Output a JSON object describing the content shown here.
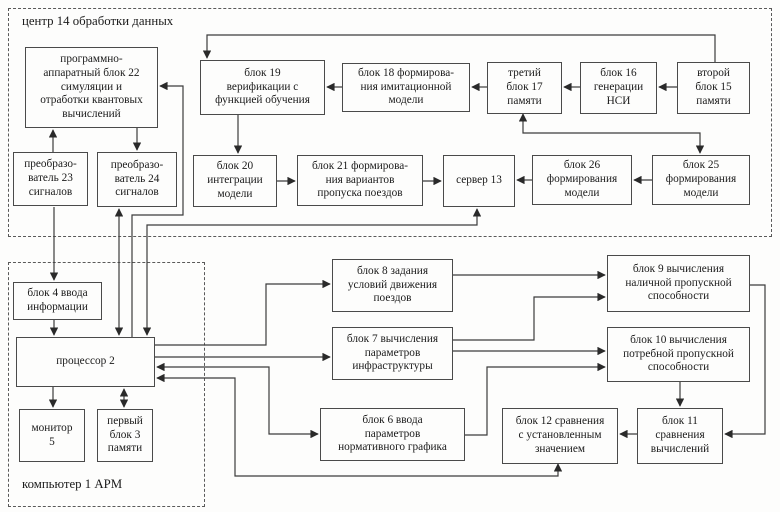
{
  "diagram": {
    "title_note": "block diagram of data processing center and workstation computer",
    "containers": {
      "center": {
        "label": "центр 14 обработки данных"
      },
      "computer": {
        "label": "компьютер 1 АРМ"
      }
    },
    "blocks": {
      "b22": {
        "label": "программно-\nаппаратный блок 22\nсимуляции и\nотработки квантовых\nвычислений"
      },
      "b23": {
        "label": "преобразо-\nватель 23\nсигналов"
      },
      "b24": {
        "label": "преобразо-\nватель 24\nсигналов"
      },
      "b19": {
        "label": "блок 19\nверификации с\nфункцией обучения"
      },
      "b18": {
        "label": "блок 18 формирова-\nния имитационной\nмодели"
      },
      "b17": {
        "label": "третий\nблок 17\nпамяти"
      },
      "b16": {
        "label": "блок 16\nгенерации\nНСИ"
      },
      "b15": {
        "label": "второй\nблок 15\nпамяти"
      },
      "b20": {
        "label": "блок 20\nинтеграции\nмодели"
      },
      "b21": {
        "label": "блок 21 формирова-\nния вариантов\nпропуска поездов"
      },
      "b13": {
        "label": "сервер 13"
      },
      "b26": {
        "label": "блок 26\nформирования\nмодели"
      },
      "b25": {
        "label": "блок 25\nформирования\nмодели"
      },
      "b4": {
        "label": "блок 4 ввода\nинформации"
      },
      "b2": {
        "label": "процессор 2"
      },
      "b5": {
        "label": "монитор\n5"
      },
      "b3": {
        "label": "первый\nблок 3\nпамяти"
      },
      "b8": {
        "label": "блок 8 задания\nусловий движения\nпоездов"
      },
      "b7": {
        "label": "блок 7 вычисления\nпараметров\nинфраструктуры"
      },
      "b6": {
        "label": "блок 6 ввода\nпараметров\nнормативного графика"
      },
      "b9": {
        "label": "блок 9 вычисления\nналичной пропускной\nспособности"
      },
      "b10": {
        "label": "блок 10 вычисления\nпотребной пропускной\nспособности"
      },
      "b12": {
        "label": "блок 12 сравнения\nс установленным\nзначением"
      },
      "b11": {
        "label": "блок 11\nсравнения\nвычислений"
      }
    },
    "edges": [
      {
        "from": "преобразователь 23",
        "to": "блок 22",
        "dir": "one-way"
      },
      {
        "from": "преобразователь 23",
        "to": "блок 4",
        "dir": "one-way"
      },
      {
        "from": "блок 22",
        "to": "преобразователь 24",
        "dir": "one-way"
      },
      {
        "from": "преобразователь 24",
        "to": "процессор 2",
        "dir": "two-way"
      },
      {
        "from": "процессор 2",
        "to": "блок 22",
        "dir": "one-way"
      },
      {
        "from": "процессор 2",
        "to": "сервер 13",
        "dir": "two-way"
      },
      {
        "from": "блок 4",
        "to": "процессор 2",
        "dir": "one-way"
      },
      {
        "from": "процессор 2",
        "to": "монитор 5",
        "dir": "one-way"
      },
      {
        "from": "процессор 2",
        "to": "блок 3",
        "dir": "two-way"
      },
      {
        "from": "процессор 2",
        "to": "блок 8",
        "dir": "one-way"
      },
      {
        "from": "процессор 2",
        "to": "блок 7",
        "dir": "one-way"
      },
      {
        "from": "процессор 2",
        "to": "блок 6",
        "dir": "two-way"
      },
      {
        "from": "процессор 2",
        "to": "блок 12",
        "dir": "two-way"
      },
      {
        "from": "блок 8",
        "to": "блок 9",
        "dir": "one-way"
      },
      {
        "from": "блок 7",
        "to": "блок 9",
        "dir": "one-way"
      },
      {
        "from": "блок 7",
        "to": "блок 10",
        "dir": "one-way"
      },
      {
        "from": "блок 6",
        "to": "блок 10",
        "dir": "one-way"
      },
      {
        "from": "блок 9",
        "to": "блок 11",
        "dir": "one-way"
      },
      {
        "from": "блок 10",
        "to": "блок 11",
        "dir": "one-way"
      },
      {
        "from": "блок 11",
        "to": "блок 12",
        "dir": "one-way"
      },
      {
        "from": "блок 15",
        "to": "блок 16",
        "dir": "one-way"
      },
      {
        "from": "блок 16",
        "to": "блок 17",
        "dir": "one-way"
      },
      {
        "from": "блок 17",
        "to": "блок 18",
        "dir": "one-way"
      },
      {
        "from": "блок 18",
        "to": "блок 19",
        "dir": "one-way"
      },
      {
        "from": "блок 15",
        "to": "блок 19",
        "dir": "one-way"
      },
      {
        "from": "блок 19",
        "to": "блок 20",
        "dir": "one-way"
      },
      {
        "from": "блок 20",
        "to": "блок 21",
        "dir": "one-way"
      },
      {
        "from": "блок 21",
        "to": "сервер 13",
        "dir": "one-way"
      },
      {
        "from": "блок 25",
        "to": "блок 26",
        "dir": "one-way"
      },
      {
        "from": "блок 26",
        "to": "сервер 13",
        "dir": "one-way"
      },
      {
        "from": "блок 17",
        "to": "блок 25",
        "dir": "two-way"
      }
    ]
  }
}
